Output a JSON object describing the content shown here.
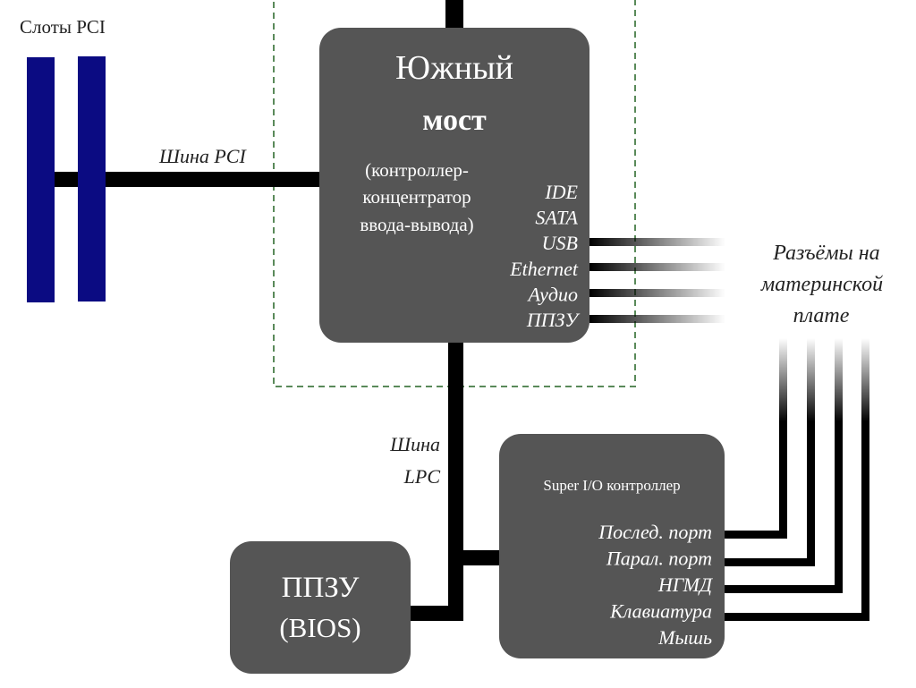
{
  "pci_slots": {
    "title": "Слоты PCI",
    "color": "#0b0b82"
  },
  "pci_bus": {
    "label": "Шина PCI"
  },
  "lpc_bus": {
    "label_line1": "Шина",
    "label_line2": "LPC"
  },
  "southbridge": {
    "title_line1": "Южный",
    "title_line2": "мост",
    "subtitle_line1": "(контроллер-",
    "subtitle_line2": "концентратор",
    "subtitle_line3": "ввода-вывода)",
    "ports": [
      "IDE",
      "SATA",
      "USB",
      "Ethernet",
      "Аудио",
      "ППЗУ"
    ],
    "fill": "#555555"
  },
  "connectors": {
    "label_line1": "Разъёмы на",
    "label_line2": "материнской",
    "label_line3": "плате"
  },
  "superio": {
    "title": "Super I/O контроллер",
    "ports": [
      "Послед. порт",
      "Парал. порт",
      "НГМД",
      "Клавиатура",
      "Мышь"
    ]
  },
  "rom": {
    "label_line1": "ППЗУ",
    "label_line2": "(BIOS)"
  },
  "colors": {
    "box_fill": "#555555",
    "bus_line": "#000000",
    "dashed_border": "#5a8a5a",
    "text_dark": "#222222",
    "text_light": "#ffffff"
  }
}
